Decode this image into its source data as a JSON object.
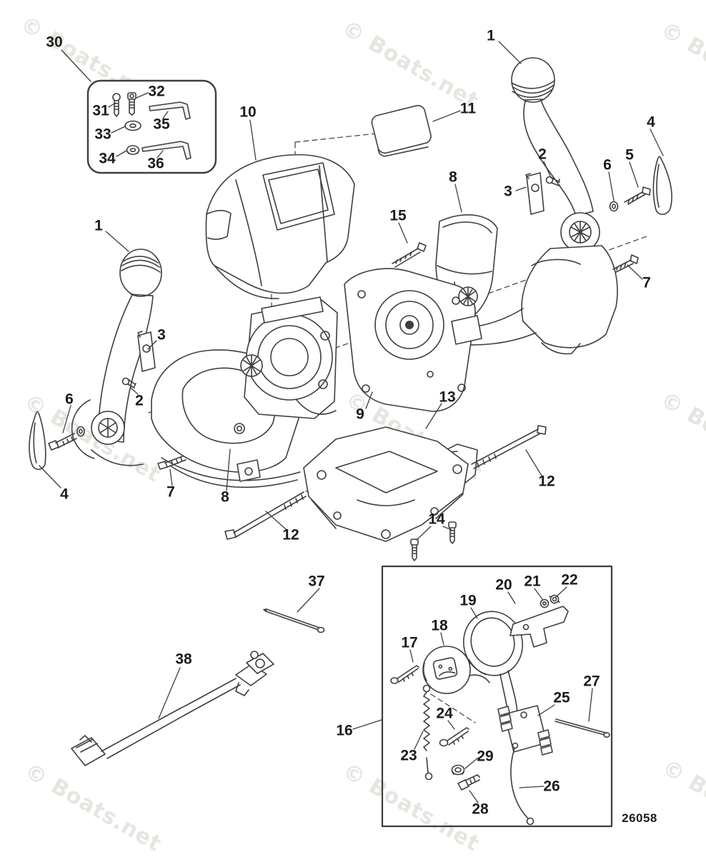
{
  "watermark": {
    "text": "© Boats.net",
    "color": "#e4e7e0"
  },
  "drawing_number": "26058",
  "callouts": {
    "kit_box": {
      "c30": "30",
      "c31": "31",
      "c32": "32",
      "c33": "33",
      "c34": "34",
      "c35": "35",
      "c36": "36"
    },
    "main": {
      "c1_left": "1",
      "c1_right": "1",
      "c2_left": "2",
      "c2_right": "2",
      "c3_left": "3",
      "c3_right": "3",
      "c4_left": "4",
      "c4_right": "4",
      "c5": "5",
      "c6_left": "6",
      "c6_right": "6",
      "c7_left": "7",
      "c7_right": "7",
      "c8_left": "8",
      "c8_right": "8",
      "c9": "9",
      "c10": "10",
      "c11": "11",
      "c12_left": "12",
      "c12_right": "12",
      "c13": "13",
      "c14": "14",
      "c15": "15",
      "c37": "37",
      "c38": "38"
    },
    "inset_box": {
      "c16": "16",
      "c17": "17",
      "c18": "18",
      "c19": "19",
      "c20": "20",
      "c21": "21",
      "c22": "22",
      "c23": "23",
      "c24": "24",
      "c25": "25",
      "c26": "26",
      "c27": "27",
      "c28": "28",
      "c29": "29"
    }
  }
}
